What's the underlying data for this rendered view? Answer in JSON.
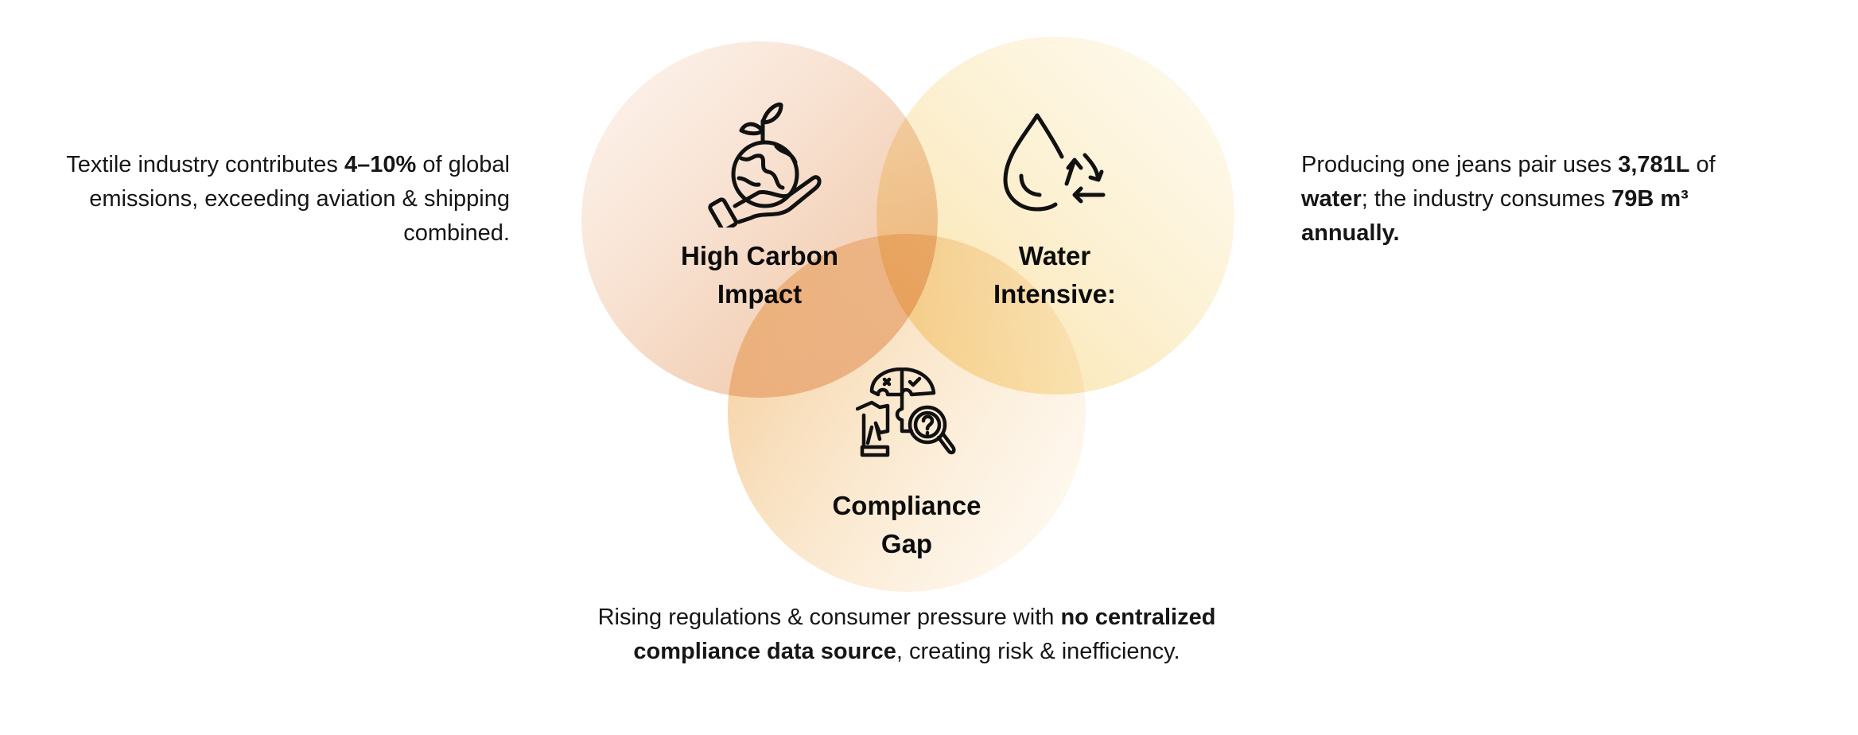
{
  "circles": [
    {
      "id": "carbon",
      "title_lines": [
        "High Carbon",
        "Impact"
      ],
      "icon": "hand-holding-globe-sprout-icon",
      "color": "#eeb98f"
    },
    {
      "id": "water",
      "title_lines": [
        "Water",
        "Intensive:"
      ],
      "icon": "water-drop-recycle-icon",
      "color": "#f8dc8a"
    },
    {
      "id": "compliance",
      "title_lines": [
        "Compliance",
        "Gap"
      ],
      "icon": "puzzle-brain-magnifier-icon",
      "color": "#f2c07a"
    }
  ],
  "left_desc": {
    "t1": "Textile industry contributes ",
    "b1": "4–10%",
    "t2": " of global emissions, exceeding aviation & shipping combined."
  },
  "right_desc": {
    "t1": "Producing one jeans pair uses ",
    "b1": "3,781L",
    "t2": " of ",
    "b2": "water",
    "t3": "; the industry consumes ",
    "b3": "79B m³ annually."
  },
  "bottom_desc": {
    "t1": "Rising regulations & consumer pressure with ",
    "b1": "no centralized compliance data source",
    "t2": ", creating risk & inefficiency."
  }
}
